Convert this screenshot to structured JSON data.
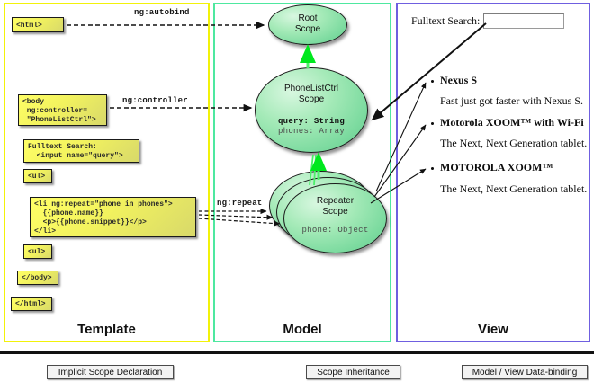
{
  "diagram": {
    "title": "AngularJS Template / Model / View scope data-binding diagram",
    "panels": [
      {
        "id": "template",
        "label": "Template",
        "border_color": "#f2f20a"
      },
      {
        "id": "model",
        "label": "Model",
        "border_color": "#4ee8a0"
      },
      {
        "id": "view",
        "label": "View",
        "border_color": "#6f5fe0"
      }
    ]
  },
  "template": {
    "boxes": [
      {
        "name": "html-open-box",
        "text": "<html>"
      },
      {
        "name": "body-open-box",
        "text": "<body\n ng:controller=\n \"PhoneListCtrl\">"
      },
      {
        "name": "search-box",
        "text": "Fulltext Search:\n  <input name=\"query\">"
      },
      {
        "name": "ul-open-box",
        "text": "<ul>"
      },
      {
        "name": "li-repeat-box",
        "text": "<li ng:repeat=\"phone in phones\">\n  {{phone.name}}\n  <p>{{phone.snippet}}</p>\n</li>"
      },
      {
        "name": "ul-close-box",
        "text": "<ul>"
      },
      {
        "name": "body-close-box",
        "text": "</body>"
      },
      {
        "name": "html-close-box",
        "text": "</html>"
      }
    ]
  },
  "connectors": {
    "autobind": "ng:autobind",
    "controller": "ng:controller",
    "repeat": "ng:repeat"
  },
  "model": {
    "scopes": [
      {
        "name": "root-scope",
        "title_line1": "Root",
        "title_line2": "Scope",
        "properties": []
      },
      {
        "name": "phonelistctrl-scope",
        "title_line1": "PhoneListCtrl",
        "title_line2": "Scope",
        "properties": [
          {
            "text": "query: String",
            "emphasis": "bold"
          },
          {
            "text": "phones: Array",
            "emphasis": "dim"
          }
        ]
      },
      {
        "name": "repeater-scope",
        "title_line1": "Repeater",
        "title_line2": "Scope",
        "properties": [
          {
            "text": "phone: Object",
            "emphasis": "dim"
          }
        ]
      }
    ]
  },
  "view": {
    "search_label": "Fulltext Search:",
    "search_value": "",
    "search_placeholder": "",
    "phones": [
      {
        "name": "Nexus S",
        "snippet": "Fast just got faster with Nexus S."
      },
      {
        "name": "Motorola XOOM™  with Wi-Fi",
        "snippet": "The Next, Next Generation tablet."
      },
      {
        "name": "MOTOROLA XOOM™",
        "snippet": "The Next, Next Generation tablet."
      }
    ]
  },
  "legend": {
    "items": [
      {
        "name": "implicit-scope-declaration",
        "label": "Implicit Scope Declaration",
        "arrow": "dashed-black",
        "color": "#111111"
      },
      {
        "name": "scope-inheritance",
        "label": "Scope Inheritance",
        "arrow": "solid-green",
        "color": "#00e81e"
      },
      {
        "name": "model-view-data-binding",
        "label": "Model / View Data-binding",
        "arrow": "double-black",
        "color": "#111111"
      }
    ]
  }
}
